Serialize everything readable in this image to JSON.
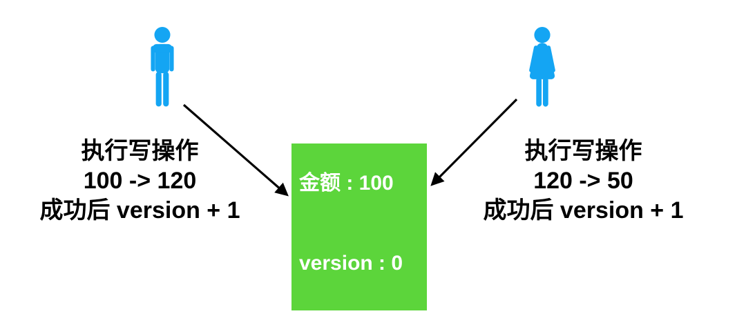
{
  "actors": {
    "left": {
      "type": "male-person",
      "color": "#14A5F3"
    },
    "right": {
      "type": "female-person",
      "color": "#14A5F3"
    }
  },
  "notes": {
    "left": {
      "lines": [
        "执行写操作",
        "100 -> 120",
        "成功后 version + 1"
      ]
    },
    "right": {
      "lines": [
        "执行写操作",
        "120 -> 50",
        "成功后 version + 1"
      ]
    }
  },
  "data_box": {
    "amount": "金额 : 100",
    "version": "version : 0",
    "background": "#5CD53B",
    "text_color": "#FFFFFF"
  },
  "arrows": {
    "color": "#000000"
  }
}
